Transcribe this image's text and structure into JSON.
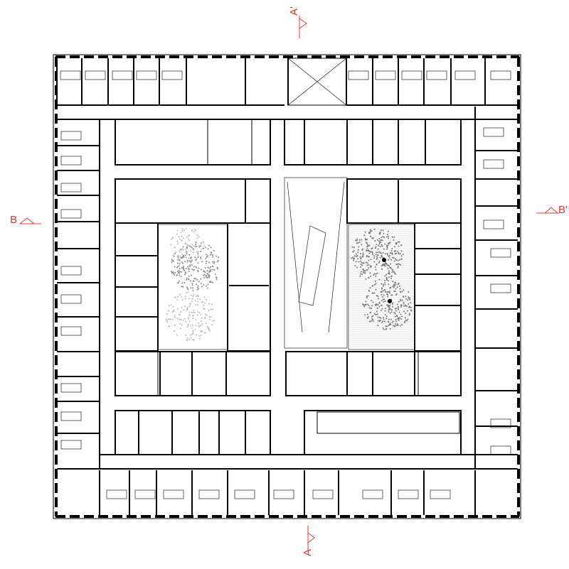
{
  "drawing": {
    "type": "floor-plan",
    "section_markers": {
      "a_top": "A'",
      "a_bottom": "A",
      "b_left": "B",
      "b_right": "B'"
    },
    "colors": {
      "walls": "#000000",
      "thin_lines": "#555555",
      "section_marker": "#e53935",
      "vegetation": "#888888"
    }
  }
}
